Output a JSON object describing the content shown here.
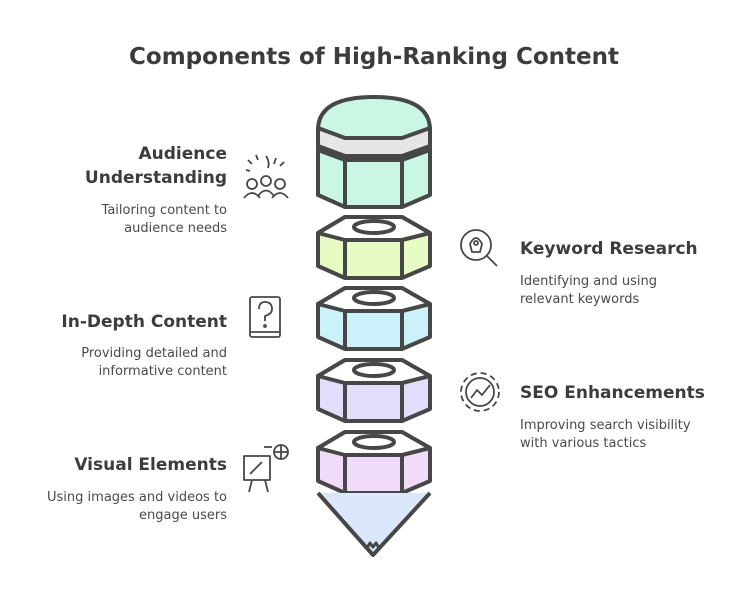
{
  "title": "Components of High-Ranking Content",
  "items": [
    {
      "heading": "Audience Understanding",
      "heading_l1": "Audience",
      "heading_l2": "Understanding",
      "desc_l1": "Tailoring content to",
      "desc_l2": "audience needs",
      "icon": "audience-icon",
      "color": "#c9f7e4"
    },
    {
      "heading": "Keyword Research",
      "desc_l1": "Identifying and using",
      "desc_l2": "relevant keywords",
      "icon": "keyword-search-icon",
      "color": "#e8fbc4"
    },
    {
      "heading": "In-Depth Content",
      "desc_l1": "Providing detailed and",
      "desc_l2": "informative content",
      "icon": "question-book-icon",
      "color": "#cdf1fb"
    },
    {
      "heading": "SEO Enhancements",
      "desc_l1": "Improving search visibility",
      "desc_l2": "with various tactics",
      "icon": "gear-chart-icon",
      "color": "#e2ddfb"
    },
    {
      "heading": "Visual Elements",
      "desc_l1": "Using images and videos to",
      "desc_l2": "engage users",
      "icon": "easel-icon",
      "color": "#f1dbfb"
    }
  ]
}
